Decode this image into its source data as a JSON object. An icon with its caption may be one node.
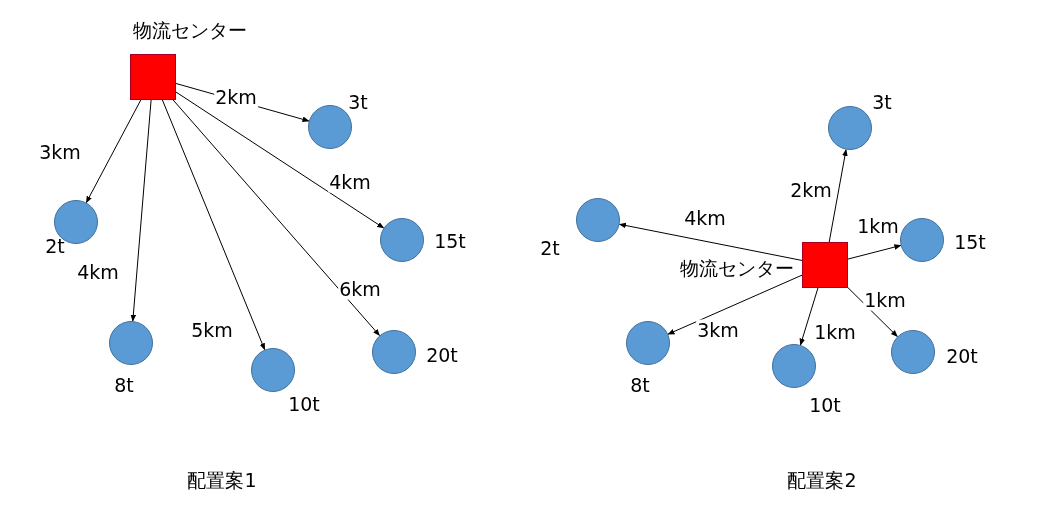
{
  "diagram": {
    "nodes": [
      {
        "text": [
          "物流センター"
        ]
      },
      {
        "text": [],
        "shape": "circle",
        "beside": [
          "3t"
        ]
      },
      {
        "text": [],
        "shape": "circle",
        "beside": [
          "2t"
        ]
      },
      {
        "text": [],
        "shape": "circle",
        "beside": [
          "15t"
        ]
      },
      {
        "text": [],
        "shape": "circle",
        "beside": [
          "8t"
        ]
      },
      {
        "text": [],
        "shape": "circle",
        "beside": [
          "10t"
        ]
      },
      {
        "text": [],
        "shape": "circle",
        "beside": [
          "20t"
        ]
      },
      {
        "text": [
          "物流センター"
        ]
      },
      {
        "text": [],
        "shape": "circle",
        "beside": [
          "3t"
        ]
      },
      {
        "text": [],
        "shape": "circle",
        "beside": [
          "2t"
        ]
      },
      {
        "text": [],
        "shape": "circle",
        "beside": [
          "15t"
        ]
      },
      {
        "text": [],
        "shape": "circle",
        "beside": [
          "8t"
        ]
      },
      {
        "text": [],
        "shape": "circle",
        "beside": [
          "10t"
        ]
      },
      {
        "text": [],
        "shape": "circle",
        "beside": [
          "20t"
        ]
      }
    ],
    "edges": [
      {
        "from": 0,
        "to": 1,
        "arrow": "to",
        "label": "2km"
      },
      {
        "from": 0,
        "to": 2,
        "arrow": "to",
        "label": "3km"
      },
      {
        "from": 0,
        "to": 3,
        "arrow": "to",
        "label": "4km"
      },
      {
        "from": 0,
        "to": 4,
        "arrow": "to",
        "label": "4km"
      },
      {
        "from": 0,
        "to": 5,
        "arrow": "to",
        "label": "5km"
      },
      {
        "from": 0,
        "to": 6,
        "arrow": "to",
        "label": "6km"
      },
      {
        "from": 7,
        "to": 8,
        "arrow": "to",
        "label": "2km"
      },
      {
        "from": 7,
        "to": 9,
        "arrow": "to",
        "label": "4km"
      },
      {
        "from": 7,
        "to": 10,
        "arrow": "to",
        "label": "1km"
      },
      {
        "from": 7,
        "to": 11,
        "arrow": "to",
        "label": "3km"
      },
      {
        "from": 7,
        "to": 12,
        "arrow": "to",
        "label": "1km"
      },
      {
        "from": 7,
        "to": 13,
        "arrow": "to",
        "label": "1km"
      }
    ],
    "labels": [
      "配置案1",
      "配置案2"
    ]
  }
}
